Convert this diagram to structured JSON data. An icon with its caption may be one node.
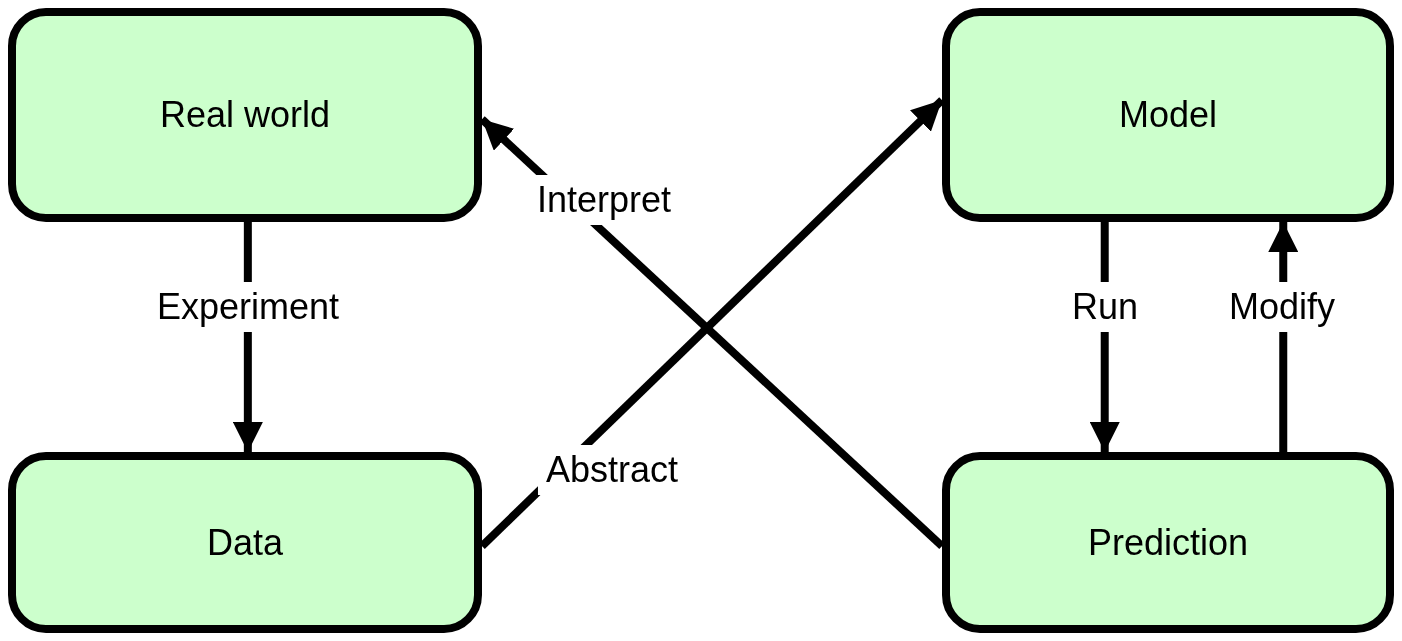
{
  "diagram": {
    "nodes": [
      {
        "text": [
          "Real world"
        ]
      },
      {
        "text": [
          "Model"
        ]
      },
      {
        "text": [
          "Data"
        ]
      },
      {
        "text": [
          "Prediction"
        ]
      }
    ],
    "edges": [
      {
        "from": 0,
        "to": 2,
        "arrow": "to",
        "label": "Experiment"
      },
      {
        "from": 2,
        "to": 1,
        "arrow": "to",
        "label": "Abstract"
      },
      {
        "from": 3,
        "to": 0,
        "arrow": "to",
        "label": "Interpret"
      },
      {
        "from": 1,
        "to": 3,
        "arrow": "to",
        "label": "Run"
      },
      {
        "from": 3,
        "to": 1,
        "arrow": "to",
        "label": "Modify"
      }
    ]
  }
}
